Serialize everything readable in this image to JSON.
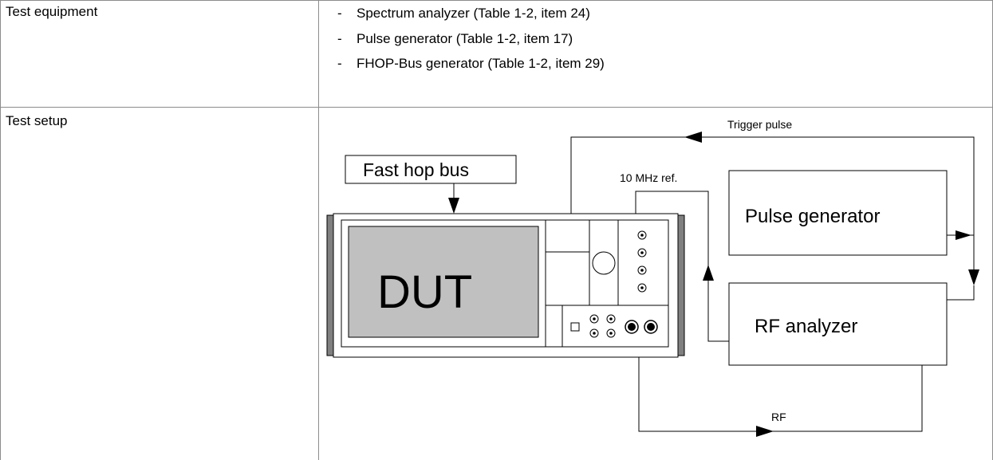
{
  "table": {
    "row1": {
      "label": "Test equipment",
      "items": [
        {
          "bullet": "-",
          "text": "Spectrum analyzer (Table 1-2, item 24)"
        },
        {
          "bullet": "-",
          "text": "Pulse generator (Table 1-2, item 17)"
        },
        {
          "bullet": "-",
          "text": "FHOP-Bus generator (Table 1-2, item 29)"
        }
      ]
    },
    "row2": {
      "label": "Test setup"
    }
  },
  "diagram": {
    "trigger_pulse_label": "Trigger pulse",
    "fast_hop_bus_label": "Fast hop bus",
    "ref_label": "10 MHz ref.",
    "pulse_generator_label": "Pulse generator",
    "dut_label": "DUT",
    "rf_analyzer_label": "RF analyzer",
    "rf_label": "RF"
  }
}
